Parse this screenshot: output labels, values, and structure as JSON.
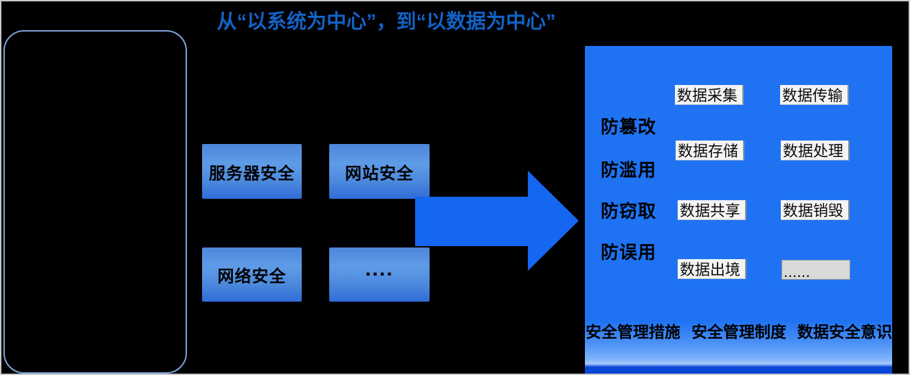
{
  "title": "从“以系统为中心”，到“以数据为中心”",
  "system_side": {
    "boxes": [
      {
        "label": "服务器安全"
      },
      {
        "label": "网站安全"
      },
      {
        "label": "网络安全"
      },
      {
        "label": "...."
      }
    ]
  },
  "data_side": {
    "protections": [
      {
        "label": "防篡改"
      },
      {
        "label": "防滥用"
      },
      {
        "label": "防窃取"
      },
      {
        "label": "防误用"
      }
    ],
    "stages": [
      {
        "label": "数据采集"
      },
      {
        "label": "数据传输"
      },
      {
        "label": "数据存储"
      },
      {
        "label": "数据处理"
      },
      {
        "label": "数据共享"
      },
      {
        "label": "数据销毁"
      },
      {
        "label": "数据出境"
      },
      {
        "label": "......"
      }
    ],
    "bottom_labels": [
      {
        "label": "安全管理措施"
      },
      {
        "label": "安全管理制度"
      },
      {
        "label": "数据安全意识"
      }
    ]
  },
  "colors": {
    "title": "#1263C8",
    "background": "#000000",
    "frame_border": "#C9C9C9",
    "outline_blue": "#7EA6DC",
    "arrow_blue": "#1566F1",
    "panel_blue": "#1F73F3",
    "panel_light": "#7DB2FA",
    "panel_dark": "#0846D6",
    "box_top": "#4D86DA",
    "box_mid": "#5F9CE6",
    "box_bottom": "#2E6CD6",
    "white_box": "#F4F4F4",
    "gray_box": "#D9D9D9"
  }
}
